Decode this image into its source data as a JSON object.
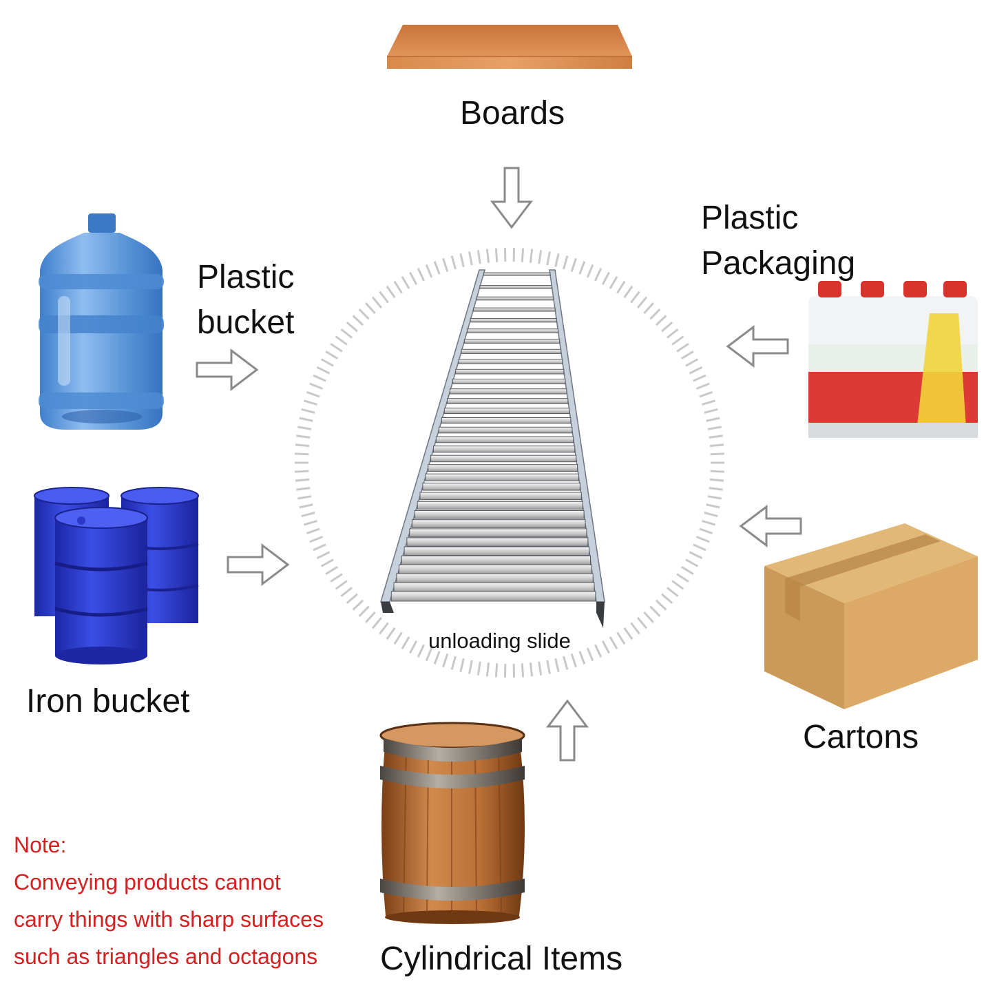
{
  "center": {
    "label": "unloading slide"
  },
  "items": {
    "boards": "Boards",
    "plastic_bucket": [
      "Plastic",
      "bucket"
    ],
    "plastic_packaging": [
      "Plastic",
      "Packaging"
    ],
    "iron_bucket": "Iron bucket",
    "cartons": "Cartons",
    "cylindrical": "Cylindrical Items"
  },
  "note": {
    "heading": "Note:",
    "lines": [
      "Conveying products cannot",
      "carry things with sharp surfaces",
      "such as triangles and octagons"
    ]
  },
  "colors": {
    "note_text": "#d42020",
    "arrow_outline": "#8a8a8a",
    "dial_ticks": "#c8c8c8",
    "board_wood": "#d98a4a",
    "bucket_blue": "#5a95d8",
    "drum_blue": "#2a36c8",
    "carton_brown": "#d7a968",
    "barrel_wood": "#b86e34"
  }
}
